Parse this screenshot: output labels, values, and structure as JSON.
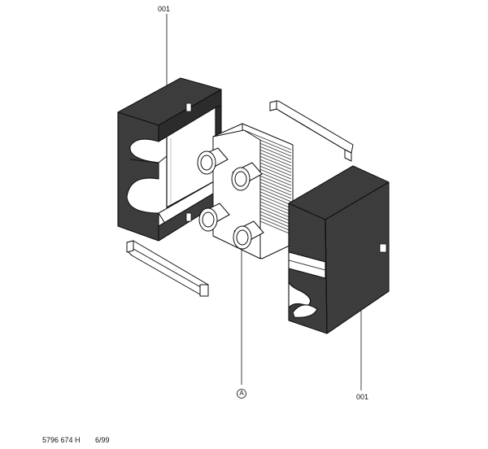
{
  "callouts": {
    "top_left_part": "001",
    "bottom_right_part": "001",
    "center_marker": "A"
  },
  "footer": {
    "document_number": "5796 674 H",
    "date": "6/99"
  },
  "colors": {
    "insulation_fill": "#3a3a3a",
    "insulation_dark": "#2a2a2a",
    "line": "#111111",
    "background": "#ffffff"
  },
  "parts": [
    {
      "name": "insulation-shell-left",
      "icon": "insulation-shell"
    },
    {
      "name": "plate-heat-exchanger",
      "icon": "heat-exchanger"
    },
    {
      "name": "insulation-shell-right",
      "icon": "insulation-shell"
    },
    {
      "name": "retaining-clip-upper",
      "icon": "clip"
    },
    {
      "name": "retaining-clip-lower",
      "icon": "clip"
    }
  ]
}
